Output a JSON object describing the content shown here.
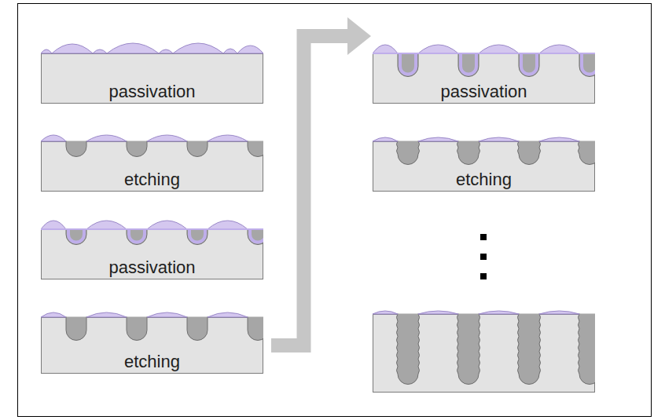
{
  "diagram": {
    "nodes": [
      {
        "text": [
          "passivation"
        ]
      },
      {
        "text": [
          "etching"
        ]
      },
      {
        "text": [
          "passivation"
        ]
      },
      {
        "text": [
          "etching"
        ]
      },
      {
        "text": [
          "passivation"
        ]
      },
      {
        "text": [
          "etching"
        ]
      }
    ],
    "edges": [
      {
        "from": 3,
        "to": 4,
        "arrow": "to"
      }
    ]
  }
}
